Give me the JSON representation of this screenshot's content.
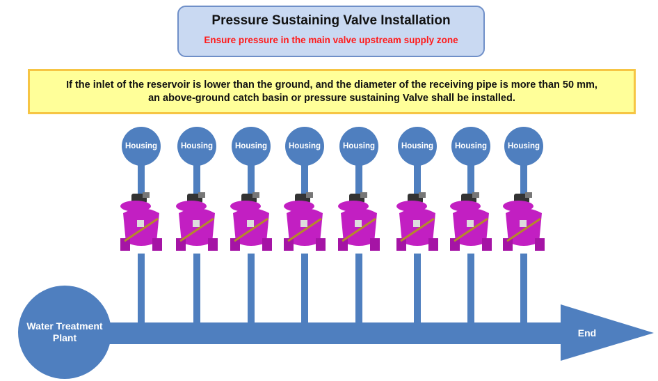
{
  "header": {
    "title": "Pressure Sustaining Valve Installation",
    "subtitle": "Ensure pressure in the main valve upstream supply zone"
  },
  "note": {
    "line1": "If the inlet of the reservoir is lower than the ground, and the diameter of the receiving pipe is more than 50 mm,",
    "line2": "an above-ground catch basin or pressure sustaining Valve shall be installed."
  },
  "nodes": [
    "Housing",
    "Housing",
    "Housing",
    "Housing",
    "Housing",
    "Housing",
    "Housing",
    "Housing"
  ],
  "source_label": "Water Treatment Plant",
  "end_label": "End",
  "colors": {
    "pipe": "#4f7fbf",
    "valve_body": "#c21fc2",
    "highlight": "#ff1a1a",
    "note_fill": "#ffff99"
  },
  "icons": {
    "valve": "pressure-sustaining-valve-icon"
  }
}
